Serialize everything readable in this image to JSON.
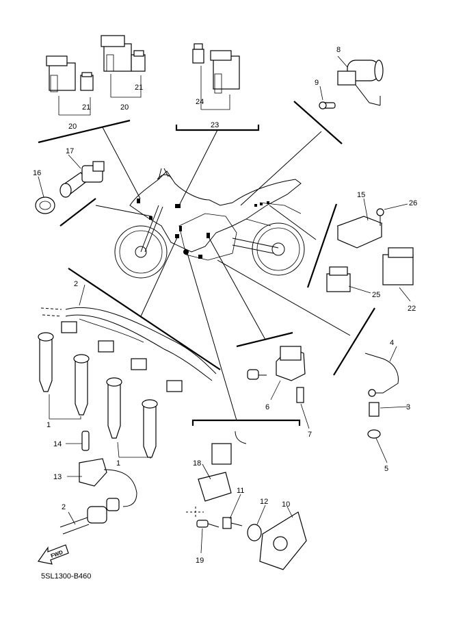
{
  "diagram_code": "5SL1300-B460",
  "fwd_label": "FWD",
  "callouts": {
    "c1a": "1",
    "c1b": "1",
    "c2a": "2",
    "c2b": "2",
    "c3": "3",
    "c4": "4",
    "c5": "5",
    "c6": "6",
    "c7": "7",
    "c8": "8",
    "c9": "9",
    "c10": "10",
    "c11": "11",
    "c12": "12",
    "c13": "13",
    "c14": "14",
    "c15": "15",
    "c16": "16",
    "c17": "17",
    "c18": "18",
    "c19": "19",
    "c20a": "20",
    "c20b": "20",
    "c21a": "21",
    "c21b": "21",
    "c22": "22",
    "c23": "23",
    "c24": "24",
    "c25": "25",
    "c26": "26"
  }
}
